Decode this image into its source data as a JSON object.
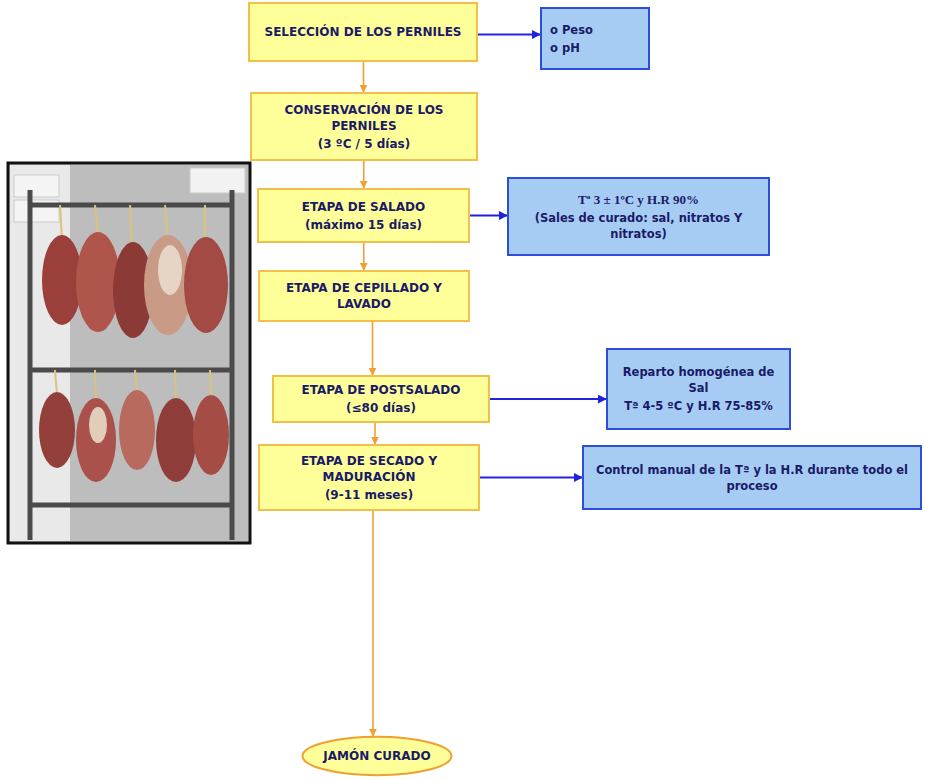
{
  "diagram": {
    "nodes": [
      {
        "text": [
          "SELECCIÓN DE LOS PERNILES"
        ]
      },
      {
        "text": [
          "o Peso",
          "o pH"
        ]
      },
      {
        "text": [
          "CONSERVACIÓN DE LOS PERNILES",
          "(3 ºC / 5 días)"
        ]
      },
      {
        "text": [
          "ETAPA DE SALADO",
          "(máximo 15 días)"
        ]
      },
      {
        "text": [
          "Tª 3 ± 1ºC y H.R 90%",
          "(Sales de curado: sal, nitratos Y nitratos)"
        ]
      },
      {
        "text": [
          "ETAPA DE CEPILLADO Y LAVADO"
        ]
      },
      {
        "text": [
          "ETAPA DE POSTSALADO",
          "(≤80 días)"
        ]
      },
      {
        "text": [
          "Reparto homogénea de Sal",
          "Tª 4-5 ºC y H.R 75-85%"
        ]
      },
      {
        "text": [
          "ETAPA DE SECADO Y MADURACIÓN",
          "(9-11 meses)"
        ]
      },
      {
        "text": [
          "Control manual de la Tª y la H.R durante todo el proceso"
        ]
      },
      {
        "text": [
          "JAMÓN CURADO"
        ]
      }
    ],
    "edges": [
      {
        "from": 0,
        "to": 1,
        "arrow": "to"
      },
      {
        "from": 0,
        "to": 2,
        "arrow": "to"
      },
      {
        "from": 2,
        "to": 3,
        "arrow": "to"
      },
      {
        "from": 3,
        "to": 4,
        "arrow": "to"
      },
      {
        "from": 3,
        "to": 5,
        "arrow": "to"
      },
      {
        "from": 5,
        "to": 6,
        "arrow": "to"
      },
      {
        "from": 6,
        "to": 7,
        "arrow": "to"
      },
      {
        "from": 6,
        "to": 8,
        "arrow": "to"
      },
      {
        "from": 8,
        "to": 9,
        "arrow": "to"
      },
      {
        "from": 8,
        "to": 10,
        "arrow": "to"
      }
    ]
  }
}
